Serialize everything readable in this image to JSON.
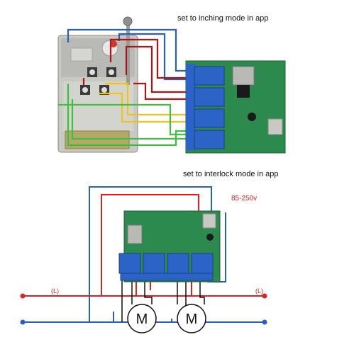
{
  "diagram_top": {
    "caption": "set to inching mode in app"
  },
  "diagram_bottom": {
    "caption": "set to interlock mode in app",
    "voltage": "85-250v",
    "live_left": "(L)",
    "live_right": "(L)",
    "motor_left": "M",
    "motor_right": "M"
  },
  "colors": {
    "live": "#e02020",
    "neutral": "#2a5fc0",
    "board": "#2d8a4e",
    "relay": "#2b63c6",
    "wire_yellow": "#f2c21a",
    "wire_green": "#3fbf3f",
    "wire_darkred": "#b01515"
  }
}
